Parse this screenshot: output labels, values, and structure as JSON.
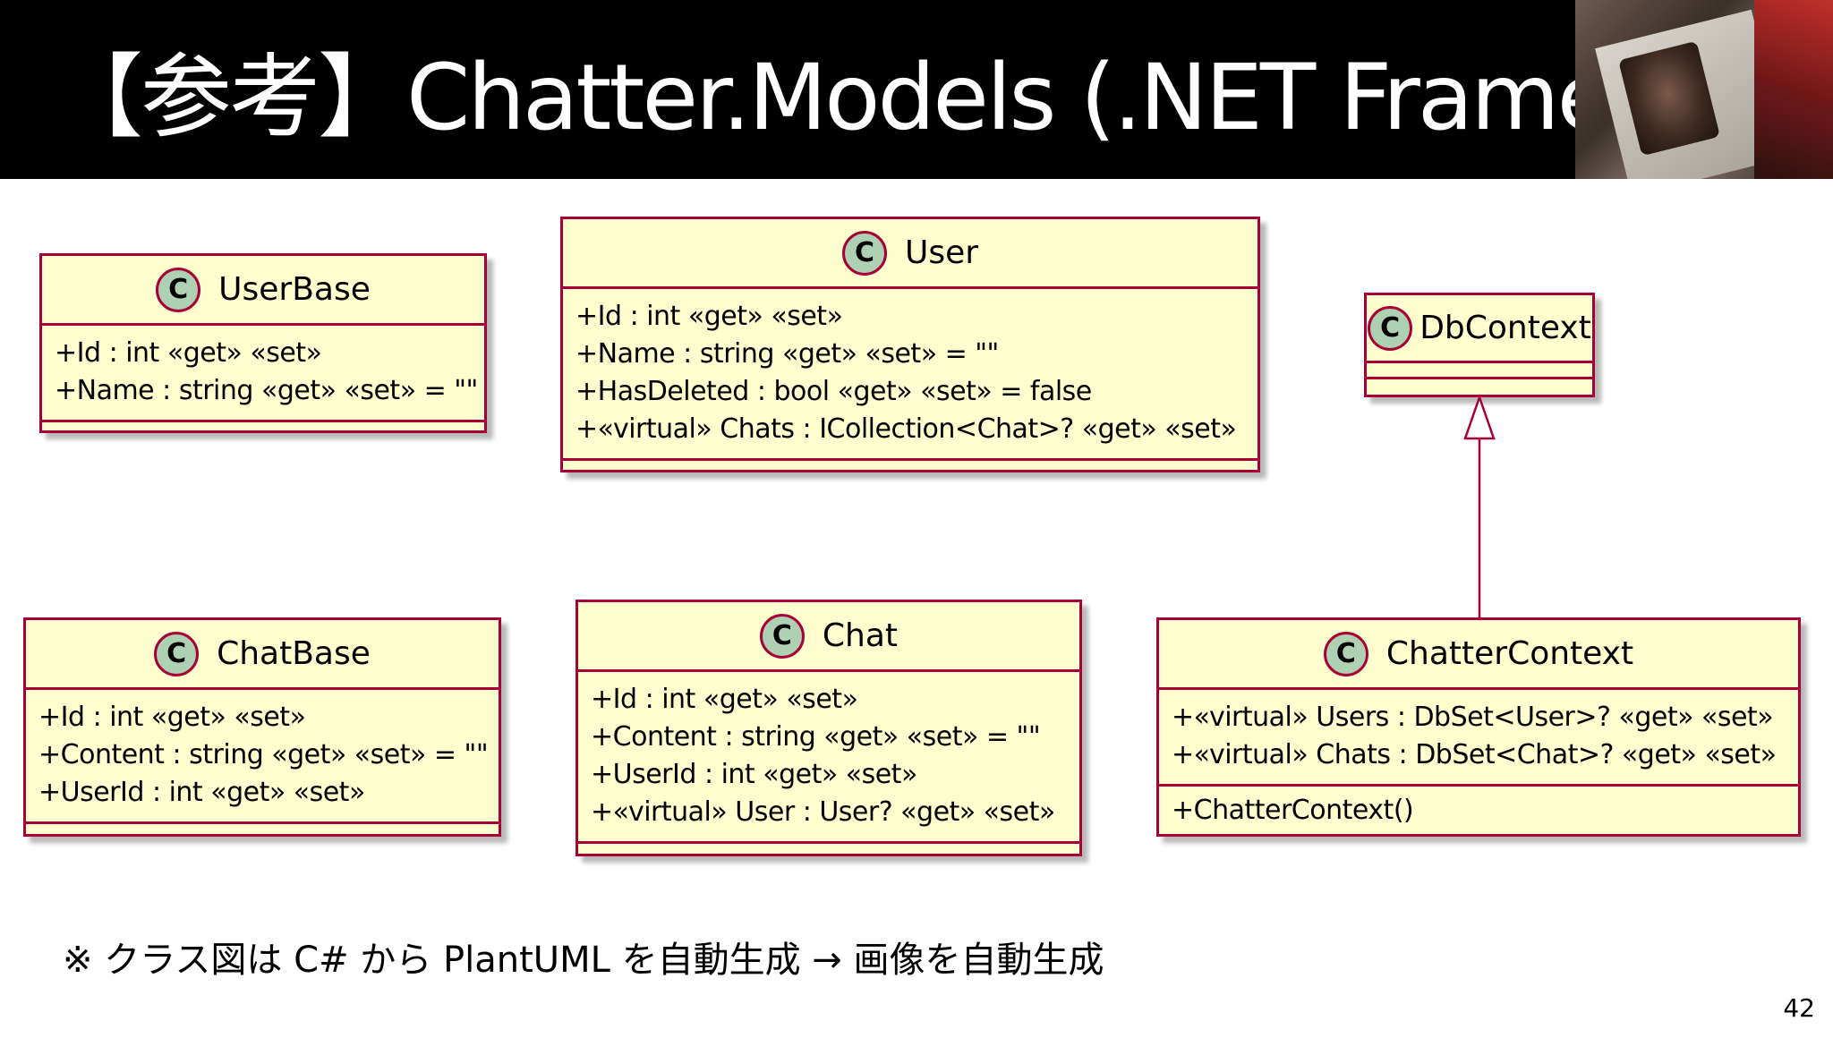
{
  "slide": {
    "title": "【参考】Chatter.Models (.NET Framework)",
    "footnote": "※ クラス図は C# から PlantUML を自動生成 → 画像を自動生成",
    "page_number": "42"
  },
  "colors": {
    "class_fill": "#fefece",
    "class_border": "#a80036",
    "badge_fill": "#add1b2",
    "title_bar": "#000000"
  },
  "classes": {
    "user_base": {
      "badge": "C",
      "name": "UserBase",
      "attributes": [
        "+Id : int «get» «set»",
        "+Name : string «get» «set» = \"\""
      ],
      "methods": []
    },
    "user": {
      "badge": "C",
      "name": "User",
      "attributes": [
        "+Id : int «get» «set»",
        "+Name : string «get» «set» = \"\"",
        "+HasDeleted : bool «get» «set» = false",
        "+«virtual» Chats : ICollection<Chat>? «get» «set»"
      ],
      "methods": []
    },
    "db_context": {
      "badge": "C",
      "name": "DbContext",
      "attributes": [],
      "methods": []
    },
    "chat_base": {
      "badge": "C",
      "name": "ChatBase",
      "attributes": [
        "+Id : int «get» «set»",
        "+Content : string «get» «set» = \"\"",
        "+UserId : int «get» «set»"
      ],
      "methods": []
    },
    "chat": {
      "badge": "C",
      "name": "Chat",
      "attributes": [
        "+Id : int «get» «set»",
        "+Content : string «get» «set» = \"\"",
        "+UserId : int «get» «set»",
        "+«virtual» User : User? «get» «set»"
      ],
      "methods": []
    },
    "chatter_context": {
      "badge": "C",
      "name": "ChatterContext",
      "attributes": [
        "+«virtual» Users : DbSet<User>? «get» «set»",
        "+«virtual» Chats : DbSet<Chat>? «get» «set»"
      ],
      "methods": [
        "+ChatterContext()"
      ]
    }
  },
  "relations": [
    {
      "type": "inheritance",
      "from": "ChatterContext",
      "to": "DbContext"
    }
  ]
}
